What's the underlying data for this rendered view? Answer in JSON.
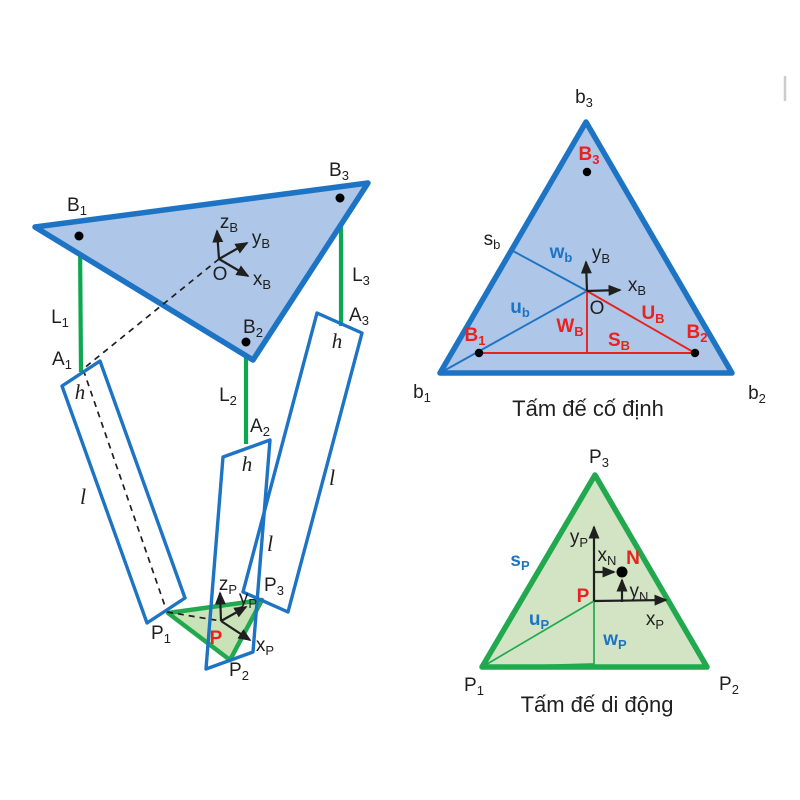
{
  "colors": {
    "blue_stroke": "#1e74c4",
    "blue_fill": "#aec6e8",
    "green_stroke": "#22a94f",
    "green_actuator": "#0ca750",
    "green_fill_light": "#d2e4c4",
    "green_fill_3d": "#c9e2b8",
    "red": "#e8231f",
    "black": "#1f1f1f",
    "tick_gray": "#cccccc"
  },
  "fig3d": {
    "labels": {
      "B1": {
        "t": "B",
        "s": "1"
      },
      "B2": {
        "t": "B",
        "s": "2"
      },
      "B3": {
        "t": "B",
        "s": "3"
      },
      "L1": {
        "t": "L",
        "s": "1"
      },
      "L2": {
        "t": "L",
        "s": "2"
      },
      "L3": {
        "t": "L",
        "s": "3"
      },
      "A1": {
        "t": "A",
        "s": "1"
      },
      "A2": {
        "t": "A",
        "s": "2"
      },
      "A3": {
        "t": "A",
        "s": "3"
      },
      "P1": {
        "t": "P",
        "s": "1"
      },
      "P2": {
        "t": "P",
        "s": "2"
      },
      "P3": {
        "t": "P",
        "s": "3"
      },
      "h": "h",
      "l": "l",
      "zB": {
        "t": "z",
        "s": "B"
      },
      "yB": {
        "t": "y",
        "s": "B"
      },
      "xB": {
        "t": "x",
        "s": "B"
      },
      "O": "O",
      "zP": {
        "t": "z",
        "s": "P"
      },
      "yP": {
        "t": "y",
        "s": "P"
      },
      "xP": {
        "t": "x",
        "s": "P"
      },
      "P": "P"
    }
  },
  "fig_base": {
    "caption": "Tấm đế cố định",
    "labels": {
      "b1": {
        "t": "b",
        "s": "1"
      },
      "b2": {
        "t": "b",
        "s": "2"
      },
      "b3": {
        "t": "b",
        "s": "3"
      },
      "B1": {
        "t": "B",
        "s": "1"
      },
      "B2": {
        "t": "B",
        "s": "2"
      },
      "B3": {
        "t": "B",
        "s": "3"
      },
      "sb": {
        "t": "s",
        "s": "b"
      },
      "ub": {
        "t": "u",
        "s": "b"
      },
      "wb": {
        "t": "w",
        "s": "b"
      },
      "UB": {
        "t": "U",
        "s": "B"
      },
      "WB": {
        "t": "W",
        "s": "B"
      },
      "SB": {
        "t": "S",
        "s": "B"
      },
      "yB": {
        "t": "y",
        "s": "B"
      },
      "xB": {
        "t": "x",
        "s": "B"
      },
      "O": "O"
    }
  },
  "fig_platform": {
    "caption": "Tấm đế di động",
    "labels": {
      "P1": {
        "t": "P",
        "s": "1"
      },
      "P2": {
        "t": "P",
        "s": "2"
      },
      "P3": {
        "t": "P",
        "s": "3"
      },
      "sP": {
        "t": "s",
        "s": "P"
      },
      "uP": {
        "t": "u",
        "s": "P"
      },
      "wP": {
        "t": "w",
        "s": "P"
      },
      "yP": {
        "t": "y",
        "s": "P"
      },
      "xP": {
        "t": "x",
        "s": "P"
      },
      "xN": {
        "t": "x",
        "s": "N"
      },
      "yN": {
        "t": "y",
        "s": "N"
      },
      "N": "N",
      "P": "P"
    }
  }
}
